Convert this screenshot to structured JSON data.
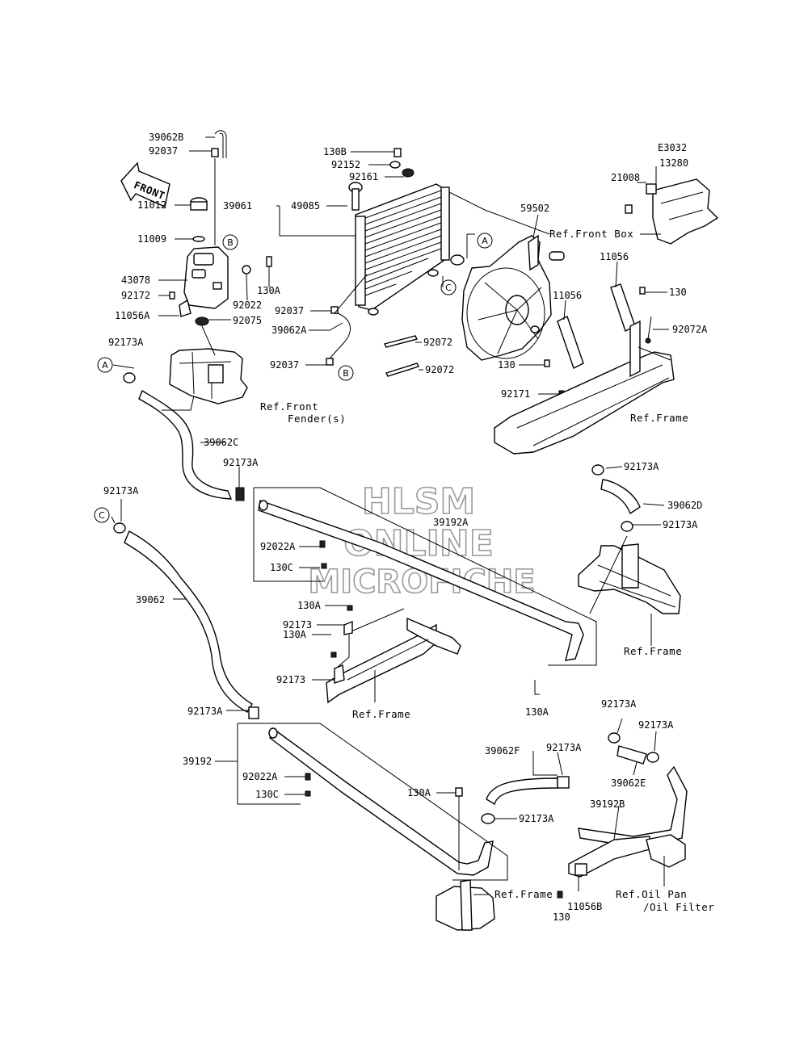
{
  "diagram_code": "E3032",
  "front_arrow_label": "FRONT",
  "watermark": {
    "line1": "HLSM",
    "line2": "ONLINE",
    "line3": "MICROFICHE"
  },
  "callouts": {
    "a": "A",
    "b": "B",
    "c": "C"
  },
  "part_numbers": {
    "p39062B": "39062B",
    "p92037_top": "92037",
    "p11012": "11012",
    "p11009": "11009",
    "p43078": "43078",
    "p92172": "92172",
    "p11056A": "11056A",
    "p92022": "92022",
    "p130A_top": "130A",
    "p92075": "92075",
    "p130B": "130B",
    "p92152": "92152",
    "p92161": "92161",
    "p49085": "49085",
    "p39061": "39061",
    "p92037_mid": "92037",
    "p39062A": "39062A",
    "p92037_low": "92037",
    "p92072_1": "92072",
    "p92072_2": "92072",
    "p59502": "59502",
    "p11056_1": "11056",
    "p11056_2": "11056",
    "p130_right": "130",
    "p130_fan": "130",
    "p92171": "92171",
    "p92072A": "92072A",
    "p21008": "21008",
    "p13280": "13280",
    "p92173A_A": "92173A",
    "p39062C": "39062C",
    "p92173A_mid": "92173A",
    "p92173A_C": "92173A",
    "p39192A": "39192A",
    "p92022A_1": "92022A",
    "p130C_1": "130C",
    "p39062": "39062",
    "p130A_2": "130A",
    "p92173_1": "92173",
    "p130A_3": "130A",
    "p92173_2": "92173",
    "p92173A_D1": "92173A",
    "p39062D": "39062D",
    "p92173A_D2": "92173A",
    "p130A_4": "130A",
    "p92173A_low": "92173A",
    "p39192": "39192",
    "p92022A_2": "92022A",
    "p130C_2": "130C",
    "p130A_5": "130A",
    "p39062F": "39062F",
    "p92173A_F": "92173A",
    "p92173A_E1": "92173A",
    "p92173A_E2": "92173A",
    "p39062E": "39062E",
    "p92173A_G": "92173A",
    "p39192B": "39192B",
    "p130_bottom": "130",
    "p11056B": "11056B"
  },
  "references": {
    "front_box": "Ref.Front Box",
    "front_fender_1": "Ref.Front",
    "front_fender_2": "Fender(s)",
    "frame_1": "Ref.Frame",
    "frame_2": "Ref.Frame",
    "frame_3": "Ref.Frame",
    "frame_4": "Ref.Frame",
    "oil_pan_1": "Ref.Oil Pan",
    "oil_pan_2": "/Oil Filter"
  }
}
